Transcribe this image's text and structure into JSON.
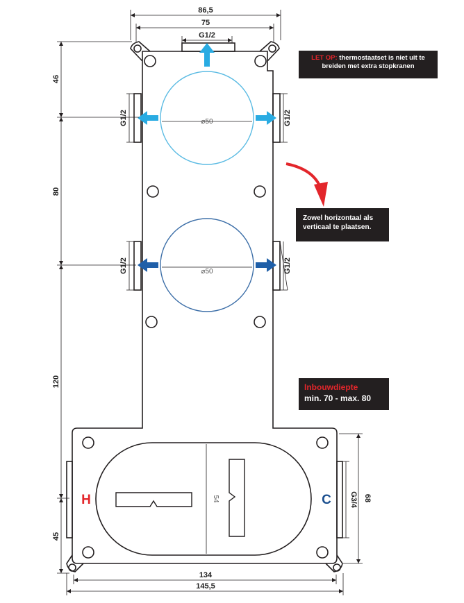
{
  "dimensions": {
    "top_outer_width": "86,5",
    "top_inner_width": "75",
    "top_port": "G1/2",
    "height_top": "46",
    "height_mid": "80",
    "height_lower": "120",
    "height_bottom": "45",
    "bottom_inner_width": "134",
    "bottom_outer_width": "145,5",
    "right_height": "68",
    "right_port": "G3/4",
    "oval_height": "54"
  },
  "ports": {
    "upper_left": "G1/2",
    "upper_right": "G1/2",
    "lower_left": "G1/2",
    "lower_right": "G1/2"
  },
  "circles": {
    "upper_diameter": "⌀50",
    "lower_diameter": "⌀50"
  },
  "labels": {
    "hot": "H",
    "cold": "C"
  },
  "notes": {
    "letop_prefix": "LET OP:",
    "letop_text": " thermostaatset is niet uit te breiden met extra stopkranen",
    "zowel": "Zowel horizontaal als verticaal te plaatsen.",
    "inbouw_title": "Inbouwdiepte",
    "inbouw_value": "min. 70 - max. 80"
  },
  "colors": {
    "outline": "#231f20",
    "light_arrow": "#29abe2",
    "dark_arrow": "#1f5fa8",
    "curved_arrow": "#e3262b",
    "hot": "#e3262b",
    "cold": "#1b4f8f",
    "note_bg": "#231f20"
  }
}
